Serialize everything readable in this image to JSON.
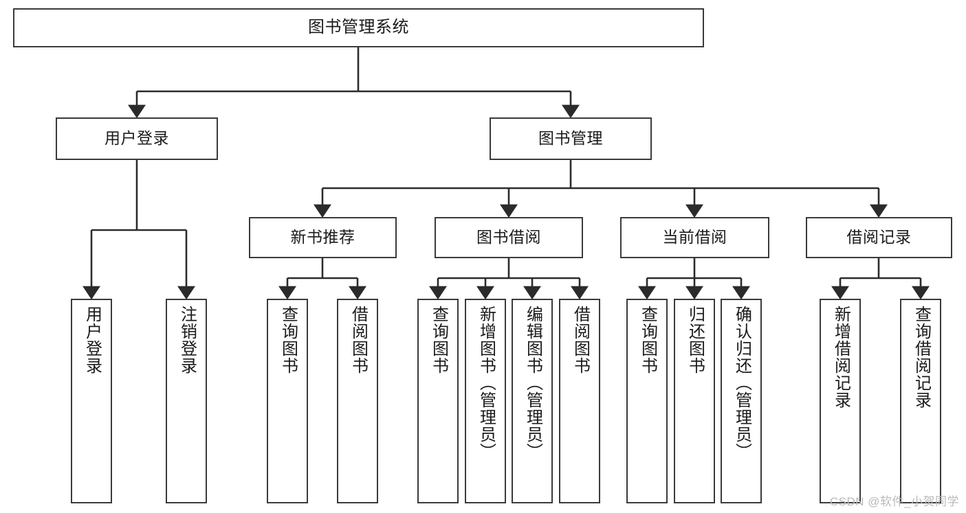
{
  "diagram": {
    "title": "图书管理系统",
    "watermark": "CSDN @软件_小贺同学",
    "colors": {
      "background": "#ffffff",
      "node_border": "#3a3a3a",
      "node_fill": "#ffffff",
      "edge": "#2b2b2b",
      "text": "#1b1b1b",
      "watermark": "#b9b9b9"
    },
    "root": {
      "label": "图书管理系统"
    },
    "level2": [
      {
        "label": "用户登录"
      },
      {
        "label": "图书管理"
      }
    ],
    "level3": [
      {
        "label": "新书推荐"
      },
      {
        "label": "图书借阅"
      },
      {
        "label": "当前借阅"
      },
      {
        "label": "借阅记录"
      }
    ],
    "leaves": {
      "user_login": [
        {
          "label": "用户登录"
        },
        {
          "label": "注销登录"
        }
      ],
      "new_book_recommend": [
        {
          "label": "查询图书"
        },
        {
          "label": "借阅图书"
        }
      ],
      "book_borrow": [
        {
          "label": "查询图书"
        },
        {
          "label": "新增图书（管理员）"
        },
        {
          "label": "编辑图书（管理员）"
        },
        {
          "label": "借阅图书"
        }
      ],
      "current_borrow": [
        {
          "label": "查询图书"
        },
        {
          "label": "归还图书"
        },
        {
          "label": "确认归还（管理员）"
        }
      ],
      "borrow_record": [
        {
          "label": "新增借阅记录"
        },
        {
          "label": "查询借阅记录"
        }
      ]
    }
  }
}
